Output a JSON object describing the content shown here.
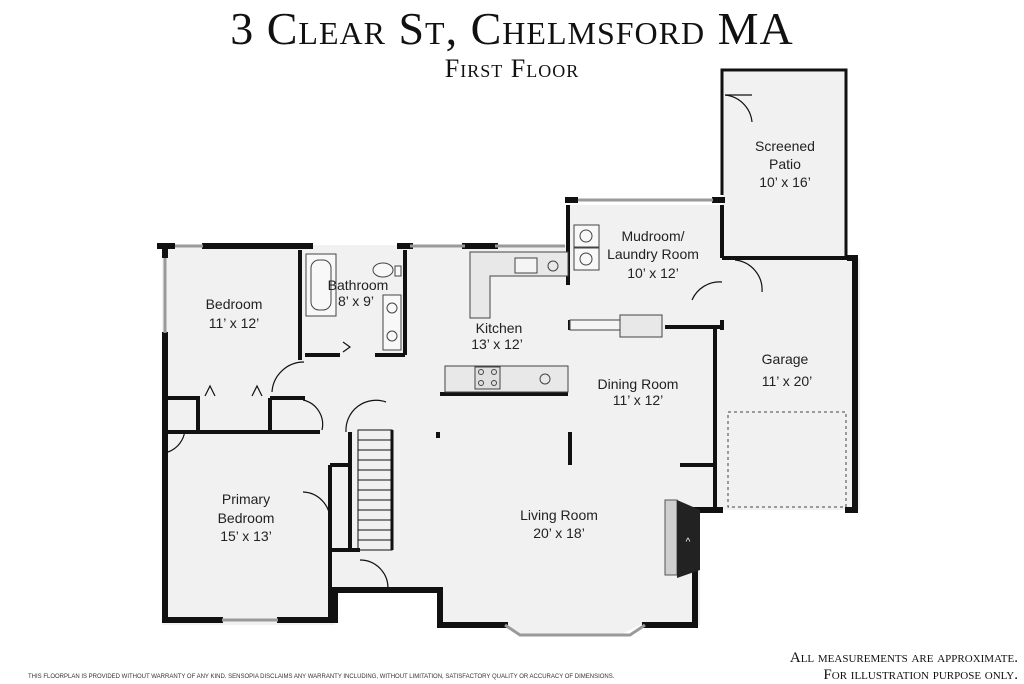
{
  "title": "3 Clear St, Chelmsford MA",
  "subtitle": "First Floor",
  "rooms": {
    "screened_patio": {
      "name1": "Screened",
      "name2": "Patio",
      "size": "10’ x 16’"
    },
    "mudroom": {
      "name1": "Mudroom/",
      "name2": "Laundry Room",
      "size": "10’ x 12’"
    },
    "bedroom": {
      "name": "Bedroom",
      "size": "11’ x 12’"
    },
    "bathroom": {
      "name": "Bathroom",
      "size": "8’ x 9’"
    },
    "kitchen": {
      "name": "Kitchen",
      "size": "13’ x 12’"
    },
    "dining_room": {
      "name": "Dining Room",
      "size": "11’ x 12’"
    },
    "garage": {
      "name": "Garage",
      "size": "11’ x 20’"
    },
    "primary_bedroom": {
      "name1": "Primary",
      "name2": "Bedroom",
      "size": "15’ x 13’"
    },
    "living_room": {
      "name": "Living Room",
      "size": "20’ x 18’"
    }
  },
  "footer": {
    "disclaimer": "THIS FLOORPLAN IS PROVIDED WITHOUT WARRANTY OF ANY KIND. SENSOPIA DISCLAIMS ANY WARRANTY INCLUDING, WITHOUT LIMITATION, SATISFACTORY QUALITY OR ACCURACY OF DIMENSIONS.",
    "note_line1": "All measurements are approximate.",
    "note_line2": "For illustration purpose only."
  },
  "colors": {
    "floor": "#f1f1f1",
    "wall": "#111111",
    "window": "#9a9a9a"
  }
}
